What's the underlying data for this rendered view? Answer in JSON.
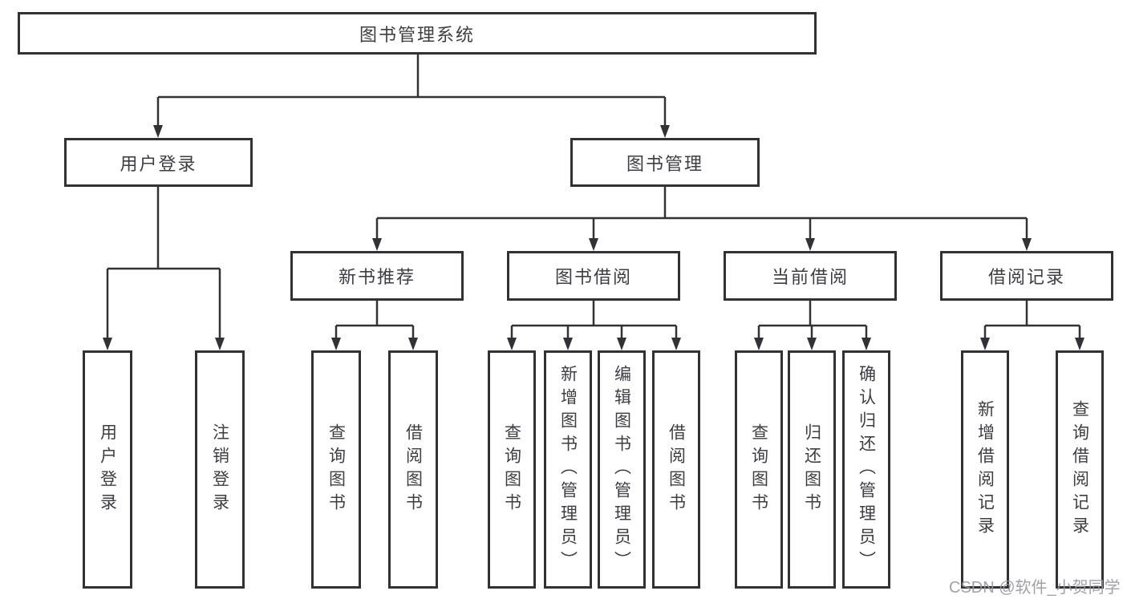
{
  "diagram": {
    "nodes": {
      "root": "图书管理系统",
      "user_login": "用户登录",
      "book_mgmt": "图书管理",
      "new_book": "新书推荐",
      "book_borrow": "图书借阅",
      "current_borrow": "当前借阅",
      "borrow_record": "借阅记录",
      "ul_user_login": "用户登录",
      "ul_logout": "注销登录",
      "nb_query": "查询图书",
      "nb_borrow": "借阅图书",
      "bb_query": "查询图书",
      "bb_add": "新增图书（管理员）",
      "bb_edit": "编辑图书（管理员）",
      "bb_borrow": "借阅图书",
      "cb_query": "查询图书",
      "cb_return": "归还图书",
      "cb_confirm": "确认归还（管理员）",
      "br_add": "新增借阅记录",
      "br_query": "查询借阅记录"
    }
  },
  "watermark": "CSDN @软件_小贺同学",
  "colors": {
    "line": "#313136",
    "text": "#3d3d44",
    "watermark": "#97979f",
    "background": "#ffffff"
  }
}
